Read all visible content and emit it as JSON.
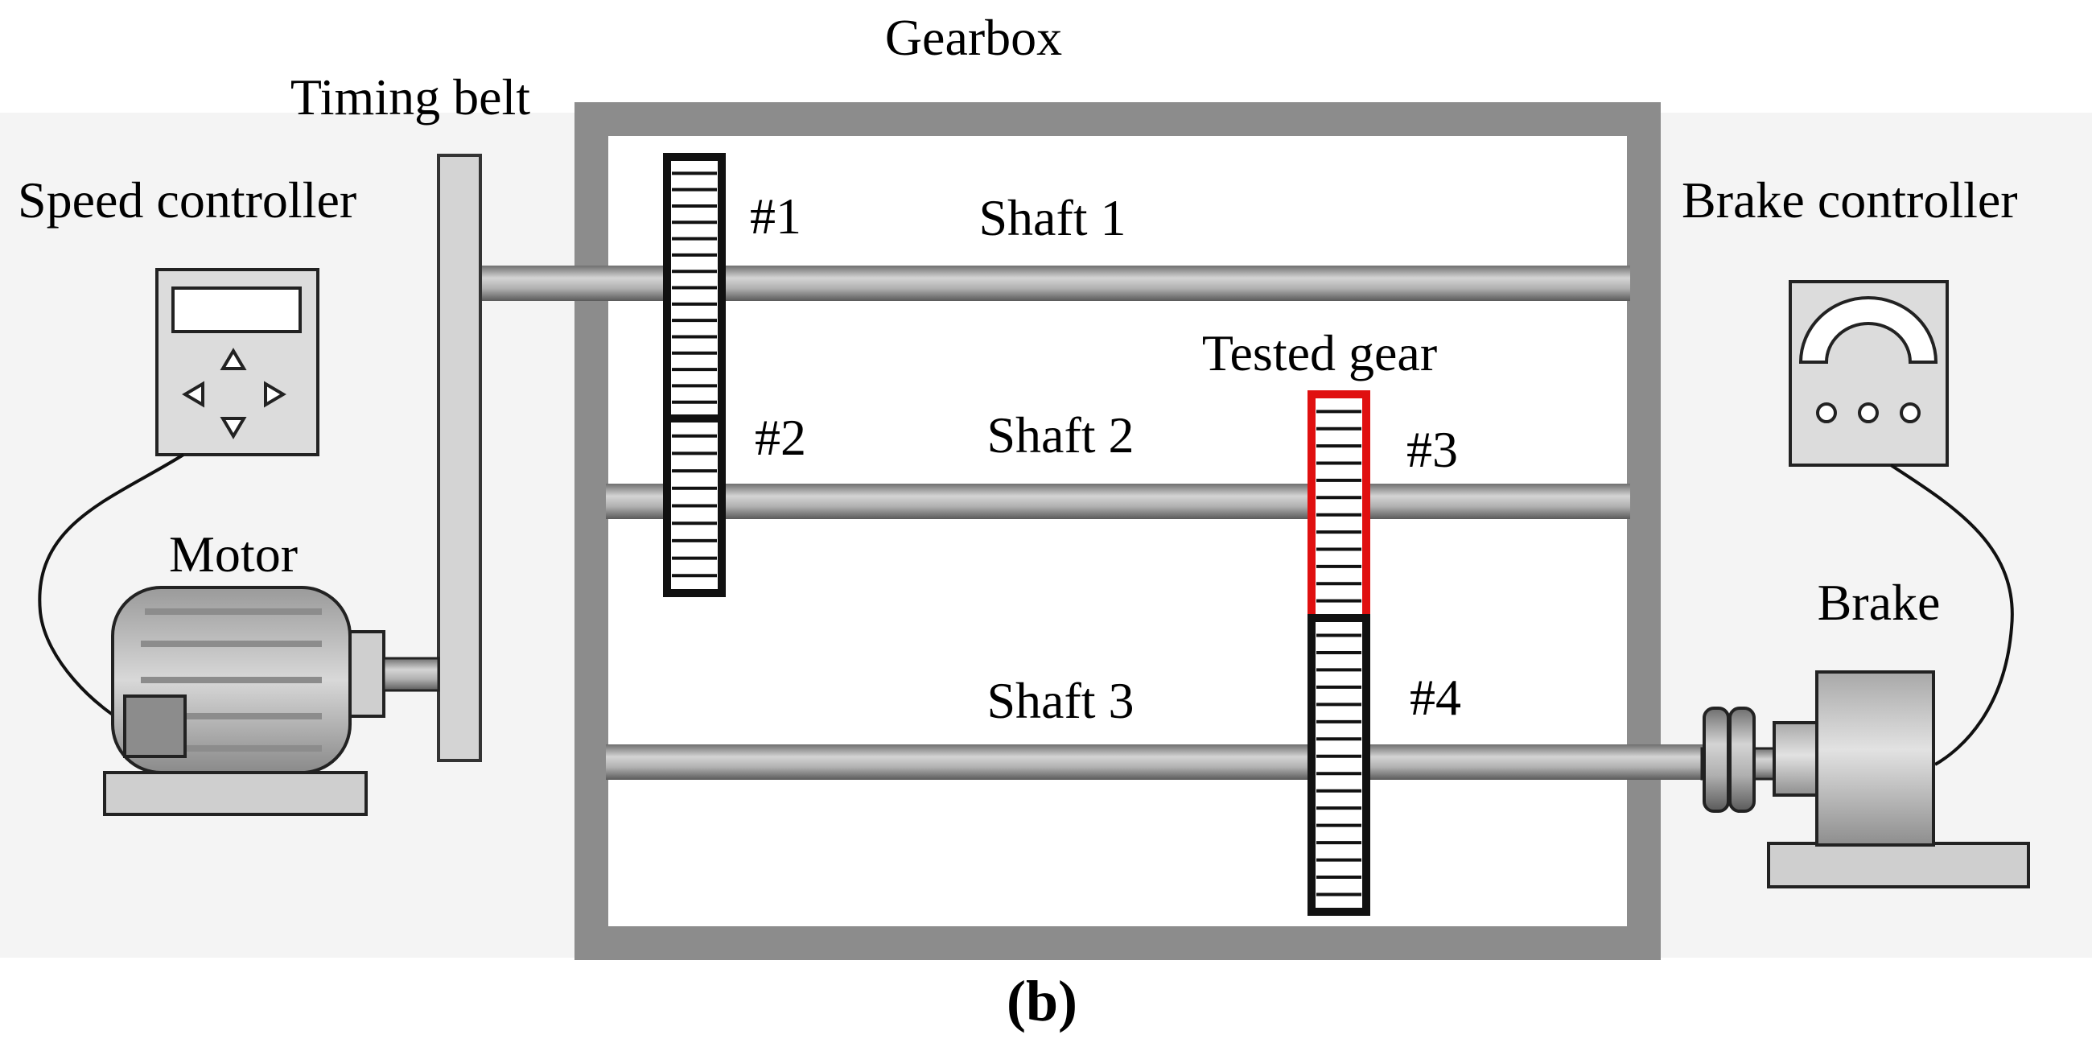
{
  "labels": {
    "gearbox": "Gearbox",
    "timing_belt": "Timing belt",
    "speed_controller": "Speed controller",
    "brake_controller": "Brake controller",
    "motor": "Motor",
    "brake": "Brake",
    "tested_gear": "Tested gear",
    "shaft_1": "Shaft 1",
    "shaft_2": "Shaft 2",
    "shaft_3": "Shaft 3",
    "gear_1": "#1",
    "gear_2": "#2",
    "gear_3": "#3",
    "gear_4": "#4",
    "panel": "(b)"
  },
  "colors": {
    "frame": "#8c8c8c",
    "shaft": "#a9a9a9",
    "tested_gear_outline": "#e01010",
    "gear_outline": "#111111",
    "device_fill": "#d6d6d6"
  }
}
